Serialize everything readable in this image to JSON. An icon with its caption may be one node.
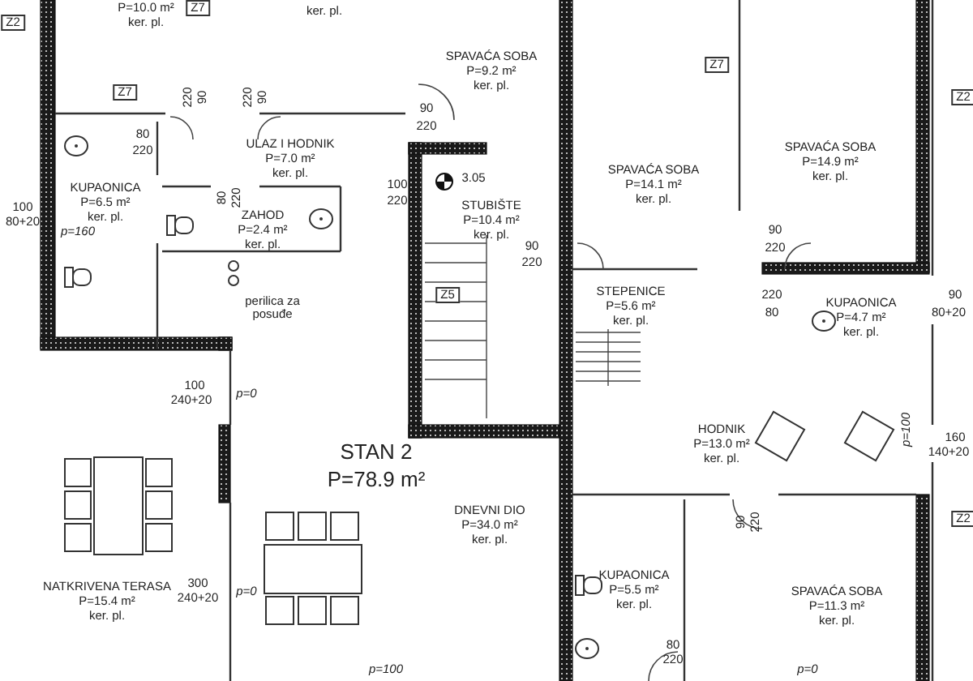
{
  "diagram": {
    "nodes": [
      {
        "text": [
          "P=10.0 m²",
          "ker. pl."
        ]
      },
      {
        "text": [
          "ker. pl."
        ]
      },
      {
        "text": [
          "SPAVAĆA SOBA",
          "P=9.2 m²",
          "ker. pl."
        ]
      },
      {
        "text": [
          "ULAZ I HODNIK",
          "P=7.0 m²",
          "ker. pl."
        ]
      },
      {
        "text": [
          "KUPAONICA",
          "P=6.5 m²",
          "ker. pl."
        ]
      },
      {
        "text": [
          "ZAHOD",
          "P=2.4 m²",
          "ker. pl."
        ]
      },
      {
        "text": [
          "STUBIŠTE",
          "P=10.4 m²",
          "ker. pl."
        ]
      },
      {
        "text": [
          "SPAVAĆA SOBA",
          "P=14.1 m²",
          "ker. pl."
        ]
      },
      {
        "text": [
          "SPAVAĆA SOBA",
          "P=14.9 m²",
          "ker. pl."
        ]
      },
      {
        "text": [
          "STEPENICE",
          "P=5.6 m²",
          "ker. pl."
        ]
      },
      {
        "text": [
          "KUPAONICA",
          "P=4.7 m²",
          "ker. pl."
        ]
      },
      {
        "text": [
          "HODNIK",
          "P=13.0 m²",
          "ker. pl."
        ]
      },
      {
        "text": [
          "DNEVNI DIO",
          "P=34.0 m²",
          "ker. pl."
        ]
      },
      {
        "text": [
          "NATKRIVENA TERASA",
          "P=15.4 m²",
          "ker. pl."
        ]
      },
      {
        "text": [
          "KUPAONICA",
          "P=5.5 m²",
          "ker. pl."
        ]
      },
      {
        "text": [
          "SPAVAĆA SOBA",
          "P=11.3 m²",
          "ker. pl."
        ]
      }
    ],
    "edges": [],
    "labels": [
      "Z7",
      "Z2",
      "Z7",
      "Z7",
      "Z2",
      "90",
      "220",
      "220",
      "90",
      "90",
      "220",
      "80",
      "220",
      "100",
      "220",
      "3.05",
      "100",
      "80+20",
      "80",
      "220",
      "p=160",
      "90",
      "220",
      "90",
      "220",
      "220",
      "80",
      "90",
      "80+20",
      "Z5",
      "perilica za posuđe",
      "100",
      "240+20",
      "p=0",
      "p=100",
      "160",
      "140+20",
      "STAN 2",
      "P=78.9 m²",
      "Z2",
      "90",
      "220",
      "300",
      "240+20",
      "p=0",
      "80",
      "220",
      "p=100",
      "p=0"
    ]
  }
}
